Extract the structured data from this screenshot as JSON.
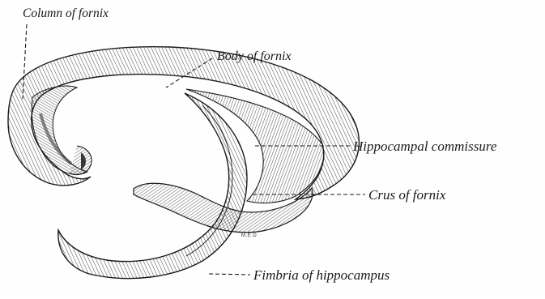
{
  "labels": {
    "column_of_fornix": "Column of fornix",
    "body_of_fornix": "Body of fornix",
    "hippocampal_commissure": "Hippocampal commissure",
    "crus_of_fornix": "Crus of fornix",
    "fimbria_of_hippocampus": "Fimbria of hippocampus"
  },
  "artist_signature": "M.E.D",
  "colors": {
    "ink": "#1a1a1a",
    "paper": "#fefefe",
    "shadow": "#2b2b2b"
  }
}
